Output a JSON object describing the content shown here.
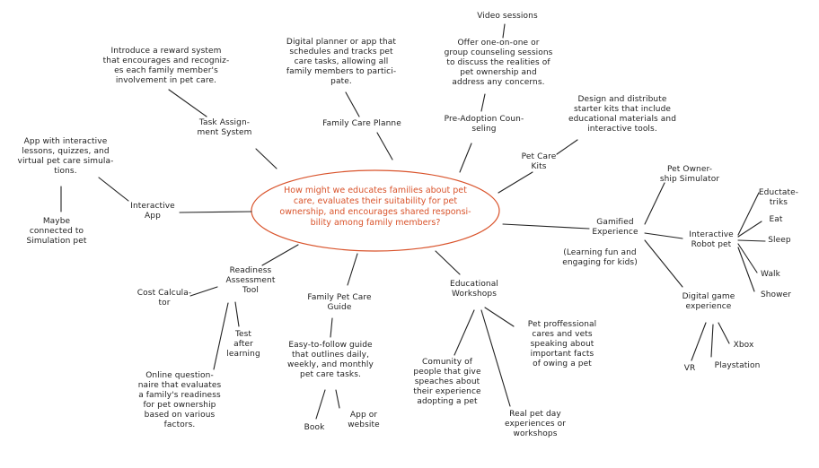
{
  "central_question": "How might we educates families about pet\ncare, evaluates their suitability for pet\nownership, and encourages shared responsi-\nbility among family members?",
  "colors": {
    "question": "#d9532b",
    "ink": "#1e1e1e"
  },
  "nodes": {
    "video_sessions": "Video sessions",
    "counseling_desc": "Offer one-on-one or\ngroup counseling sessions\nto discuss the realities of\npet ownership and\naddress any concerns.",
    "pre_adoption": "Pre-Adoption Coun-\nseling",
    "planner_desc": "Digital planner or app that\nschedules and tracks pet\ncare tasks, allowing all\nfamily members to partici-\npate.",
    "family_care_planner": "Family Care Planne",
    "reward_desc": "Introduce a reward system\nthat encourages and recogniz-\nes each family member's\ninvolvement in pet care.",
    "task_assignment": "Task Assign-\nment System",
    "starter_kits_desc": "Design and distribute\nstarter kits that include\neducational materials and\ninteractive tools.",
    "pet_care_kits": "Pet Care\nKits",
    "app_desc": "App with interactive\nlessons, quizzes, and\nvirtual pet care simula-\ntions.",
    "interactive_app": "Interactive\nApp",
    "maybe_connected": "Maybe\nconnected to\nSimulation pet",
    "gamified_experience": "Gamified\nExperience",
    "gamified_note": "(Learning fun and\nengaging for kids)",
    "pet_ownership_sim": "Pet Owner-\nship Simulator",
    "interactive_robot_pet": "Interactive\nRobot pet",
    "edutainment_tricks": "Eductate-\ntriks",
    "eat": "Eat",
    "sleep": "Sleep",
    "walk": "Walk",
    "shower": "Shower",
    "digital_game": "Digital game\nexperience",
    "xbox": "Xbox",
    "playstation": "Playstation",
    "vr": "VR",
    "readiness_tool": "Readiness\nAssessment\nTool",
    "cost_calculator": "Cost Calcula-\ntor",
    "test_after_learning": "Test\nafter\nlearning",
    "questionnaire_desc": "Online question-\nnaire that evaluates\na family's readiness\nfor pet ownership\nbased on various\nfactors.",
    "family_guide": "Family Pet Care\nGuide",
    "guide_desc": "Easy-to-follow guide\nthat outlines daily,\nweekly, and monthly\npet care tasks.",
    "book": "Book",
    "app_or_website": "App or\nwebsite",
    "educational_workshops": "Educational\nWorkshops",
    "professionals_desc": "Pet proffessional\ncares and vets\nspeaking about\nimportant facts\nof owing a pet",
    "community_desc": "Comunity of\npeople that give\nspeaches about\ntheir experience\nadopting a pet",
    "real_pet_day": "Real pet day\nexperiences or\nworkshops"
  }
}
